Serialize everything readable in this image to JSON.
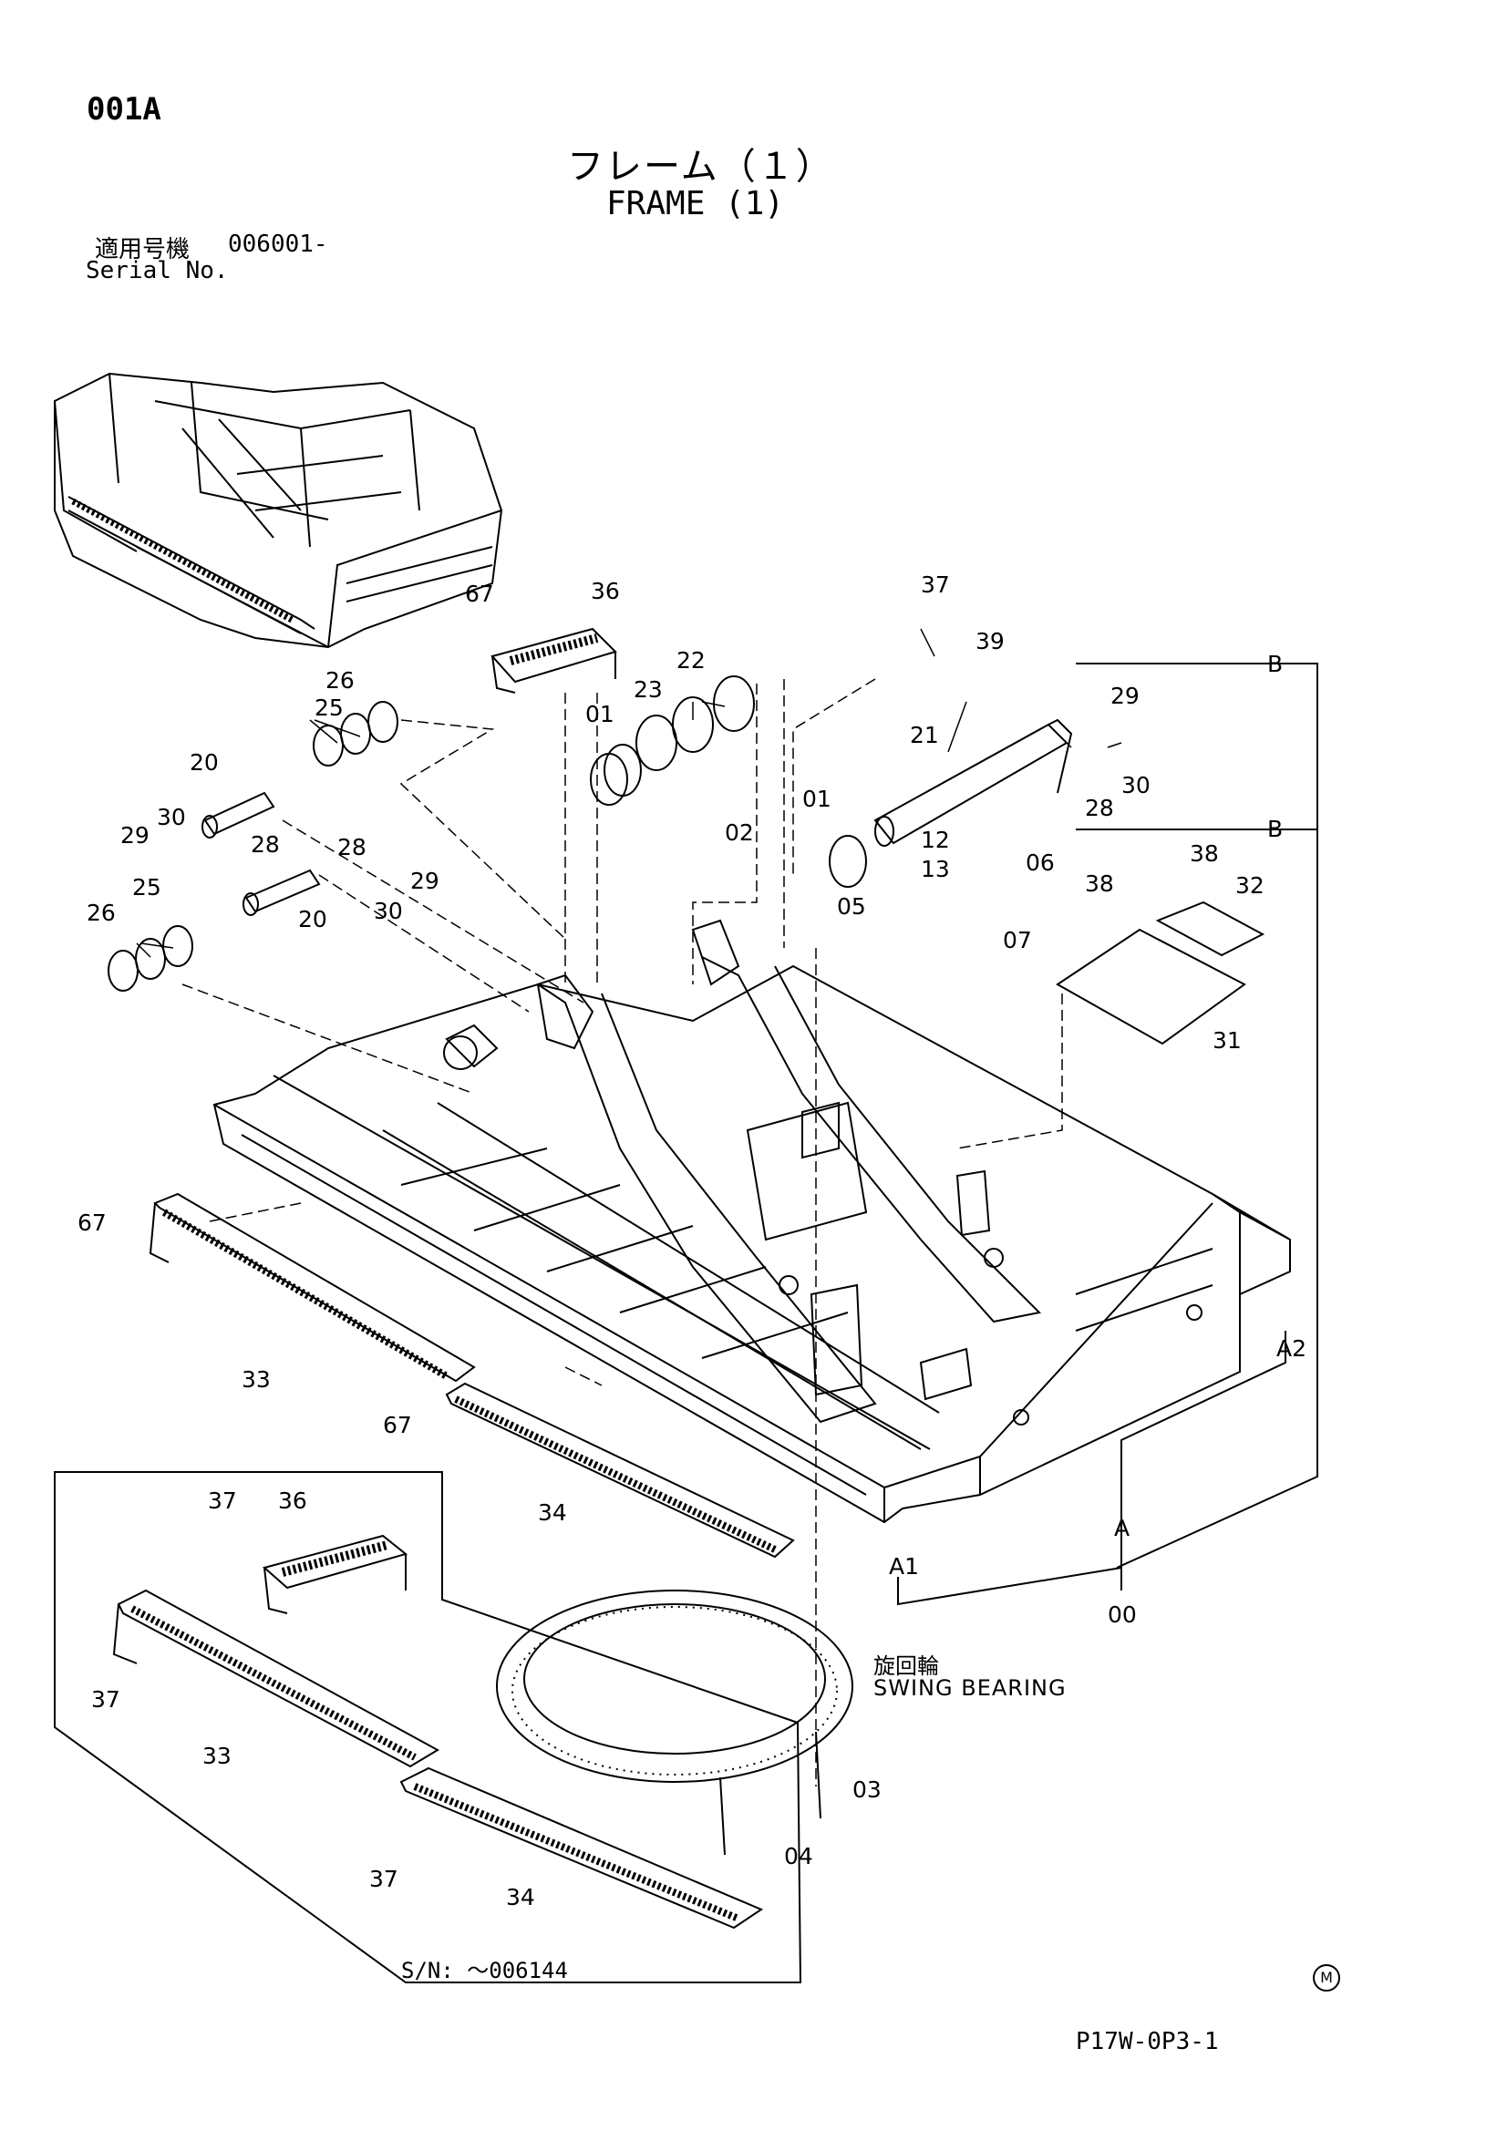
{
  "header": {
    "page_code": "001A",
    "title_jp": "フレーム（１）",
    "title_en": "FRAME (1)",
    "serial_label_jp": "適用号機",
    "serial_value": "006001-",
    "serial_label_en": "Serial No."
  },
  "swing_bearing": {
    "label_jp": "旋回輪",
    "label_en": "SWING BEARING"
  },
  "inset_note": "S/N: ～006144",
  "drawing_code": "P17W-0P3-1",
  "mark_symbol": "M",
  "part_numbers": {
    "p67a": "67",
    "p36a": "36",
    "p37a": "37",
    "p39": "39",
    "p26a": "26",
    "p25a": "25",
    "p01a": "01",
    "p23": "23",
    "p22": "22",
    "p29a": "29",
    "p21": "21",
    "p30a": "30",
    "p28a": "28",
    "p20a": "20",
    "p30b": "30",
    "p29b": "29",
    "p28b": "28",
    "p01b": "01",
    "p02": "02",
    "p12": "12",
    "p13": "13",
    "p06": "06",
    "p28c": "28",
    "p29c": "29",
    "p30c": "30",
    "p20b": "20",
    "p26b": "26",
    "p25b": "25",
    "p05": "05",
    "p07": "07",
    "p38a": "38",
    "p38b": "38",
    "p32": "32",
    "p31": "31",
    "p67b": "67",
    "p33a": "33",
    "p67c": "67",
    "p34a": "34",
    "p37b": "37",
    "p36b": "36",
    "p37c": "37",
    "p33b": "33",
    "p37d": "37",
    "p34b": "34",
    "p03": "03",
    "p04": "04",
    "p00": "00",
    "refA": "A",
    "refA1": "A1",
    "refA2": "A2",
    "refB1": "B",
    "refB2": "B"
  }
}
